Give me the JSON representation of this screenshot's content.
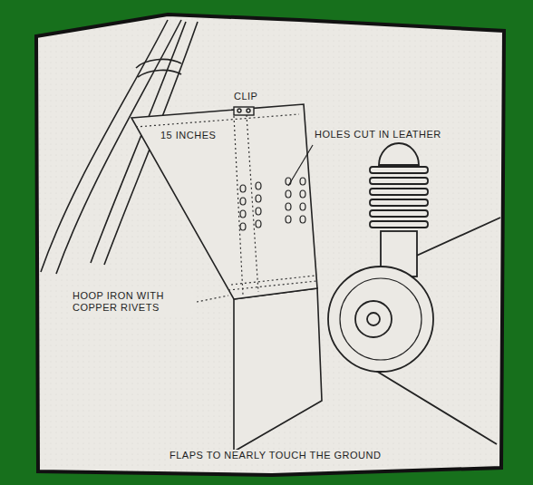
{
  "diagram": {
    "labels": [
      "CLIP",
      "15 INCHES",
      "HOLES CUT IN LEATHER",
      "HOOP IRON WITH COPPER RIVETS",
      "FLAPS TO NEARLY TOUCH THE GROUND"
    ]
  }
}
